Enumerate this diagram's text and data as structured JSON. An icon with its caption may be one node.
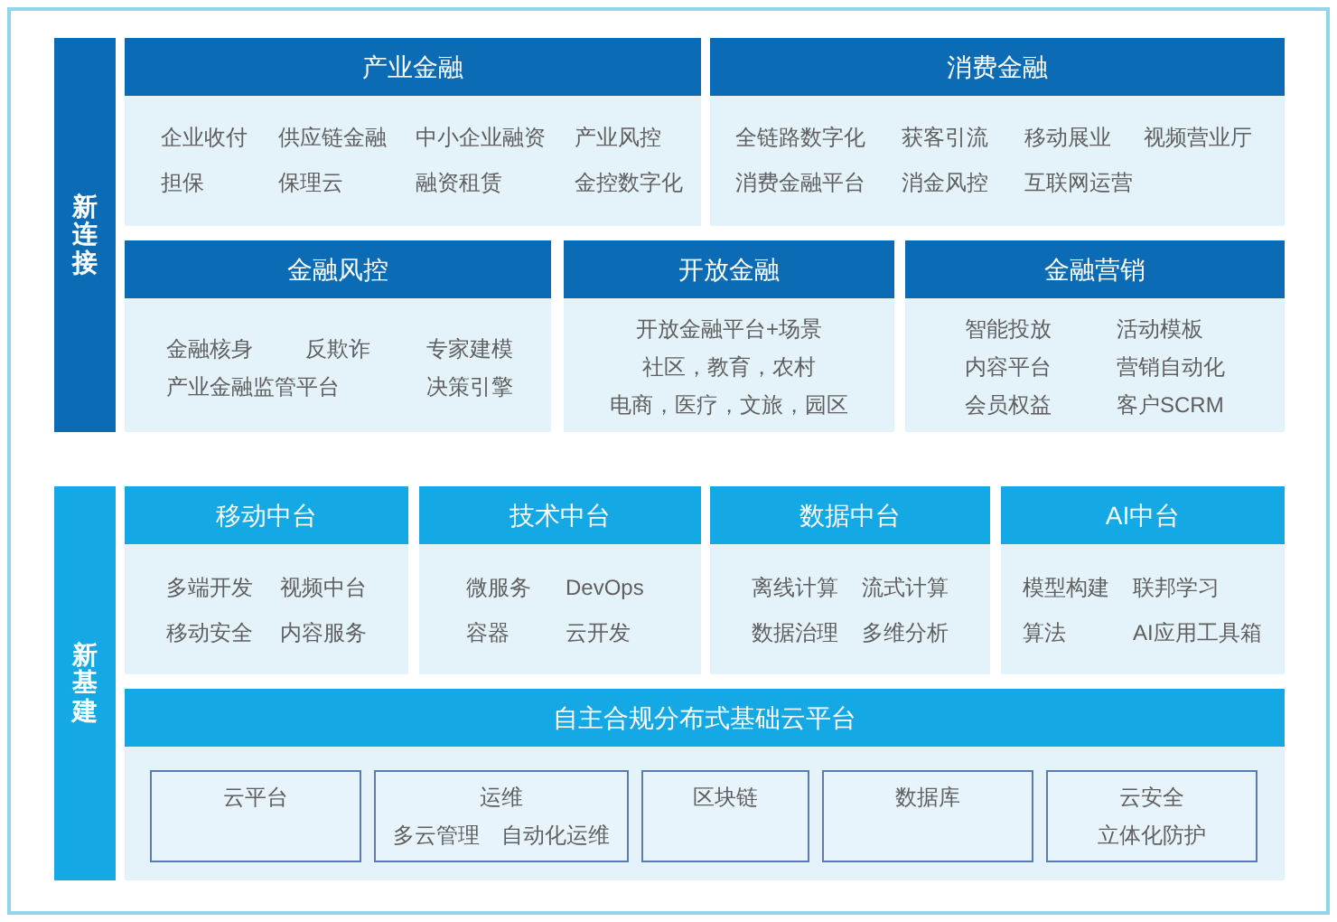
{
  "diagram": {
    "nodes": [
      {
        "text": [
          "新连接"
        ]
      },
      {
        "text": [
          "产业金融",
          "企业收付",
          "供应链金融",
          "中小企业融资",
          "产业风控",
          "担保",
          "保理云",
          "融资租赁",
          "金控数字化"
        ]
      },
      {
        "text": [
          "消费金融",
          "全链路数字化",
          "获客引流",
          "移动展业",
          "视频营业厅",
          "消费金融平台",
          "消金风控",
          "互联网运营"
        ]
      },
      {
        "text": [
          "金融风控",
          "金融核身",
          "反欺诈",
          "专家建模",
          "产业金融监管平台",
          "决策引擎"
        ]
      },
      {
        "text": [
          "开放金融",
          "开放金融平台+场景",
          "社区，教育，农村",
          "电商，医疗，文旅，园区"
        ]
      },
      {
        "text": [
          "金融营销",
          "智能投放",
          "活动模板",
          "内容平台",
          "营销自动化",
          "会员权益",
          "客户SCRM"
        ]
      },
      {
        "text": [
          "新基建"
        ]
      },
      {
        "text": [
          "移动中台",
          "多端开发",
          "视频中台",
          "移动安全",
          "内容服务"
        ]
      },
      {
        "text": [
          "技术中台",
          "微服务",
          "DevOps",
          "容器",
          "云开发"
        ]
      },
      {
        "text": [
          "数据中台",
          "离线计算",
          "流式计算",
          "数据治理",
          "多维分析"
        ]
      },
      {
        "text": [
          "AI中台",
          "模型构建",
          "联邦学习",
          "算法",
          "AI应用工具箱"
        ]
      },
      {
        "text": [
          "自主合规分布式基础云平台"
        ]
      },
      {
        "text": [
          "云平台"
        ],
        "in": 11
      },
      {
        "text": [
          "运维",
          "多云管理",
          "自动化运维"
        ],
        "in": 11
      },
      {
        "text": [
          "区块链"
        ],
        "in": 11
      },
      {
        "text": [
          "数据库"
        ],
        "in": 11
      },
      {
        "text": [
          "云安全",
          "立体化防护"
        ],
        "in": 11
      }
    ]
  }
}
